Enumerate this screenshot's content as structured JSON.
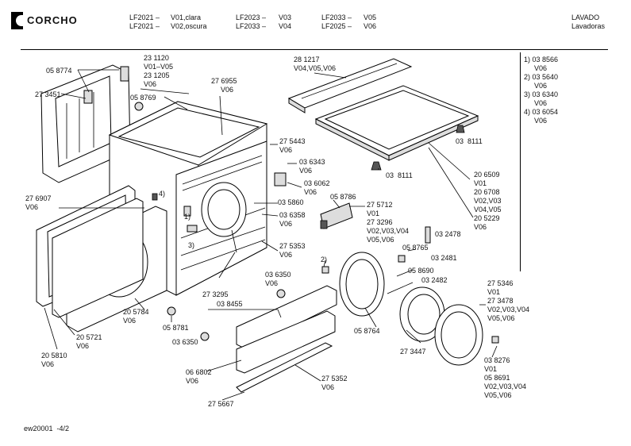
{
  "header": {
    "brand": "CORCHO",
    "models": [
      [
        "LF2021 –",
        "V01,clara"
      ],
      [
        "LF2021 –",
        "V02,oscura"
      ],
      [
        "LF2023 –",
        "V03"
      ],
      [
        "LF2033 –",
        "V04"
      ],
      [
        "LF2033 –",
        "V05"
      ],
      [
        "LF2025 –",
        "V06"
      ]
    ],
    "category": "LAVADO",
    "subcategory": "Lavadoras"
  },
  "footnotes": [
    [
      "1) 03 8566",
      "V06"
    ],
    [
      "2) 03 5640",
      "V06"
    ],
    [
      "3) 03 6340",
      "V06"
    ],
    [
      "4) 03 6054",
      "V06"
    ]
  ],
  "labels": [
    [
      "05 8774"
    ],
    [
      "27 3451"
    ],
    [
      "23 1120",
      "V01–V05",
      "23 1205",
      "V06"
    ],
    [
      "05 8769"
    ],
    [
      "27 6955",
      "V06"
    ],
    [
      "28 1217",
      "V04,V05,V06"
    ],
    [
      "03  8111"
    ],
    [
      "03  8111"
    ],
    [
      "27 5443",
      "V06"
    ],
    [
      "03 6343",
      "V06"
    ],
    [
      "03 6062",
      "V06"
    ],
    [
      "27 6907",
      "V06"
    ],
    [
      "4)"
    ],
    [
      "1)"
    ],
    [
      "03 5860"
    ],
    [
      "03 6358",
      "V06"
    ],
    [
      "05 8786"
    ],
    [
      "27 5712",
      "V01",
      "27 3296",
      "V02,V03,V04",
      "V05,V06"
    ],
    [
      "20 6509",
      "V01",
      "20 6708",
      "V02,V03",
      "V04,V05",
      "20 5229",
      "V06"
    ],
    [
      "3)"
    ],
    [
      "27 5353",
      "V06"
    ],
    [
      "03 2478"
    ],
    [
      "05 8765"
    ],
    [
      "03 2481"
    ],
    [
      "2)"
    ],
    [
      "05 8690"
    ],
    [
      "03 2482"
    ],
    [
      "27 3295"
    ],
    [
      "03 6350",
      "V06"
    ],
    [
      "03 8455"
    ],
    [
      "20 5784",
      "V06"
    ],
    [
      "05 8781"
    ],
    [
      "20 5721",
      "V06"
    ],
    [
      "03 6350"
    ],
    [
      "05 8764"
    ],
    [
      "27 3447"
    ],
    [
      "27 5346",
      "V01",
      "27 3478",
      "V02,V03,V04",
      "V05,V06"
    ],
    [
      "20 5810",
      "V06"
    ],
    [
      "06 6802",
      "V06"
    ],
    [
      "27 5352",
      "V06"
    ],
    [
      "27 5667"
    ],
    [
      "03 8276",
      "V01",
      "05 8691",
      "V02,V03,V04",
      "V05,V06"
    ]
  ],
  "footer": {
    "code": "ew20001  -4/2"
  }
}
